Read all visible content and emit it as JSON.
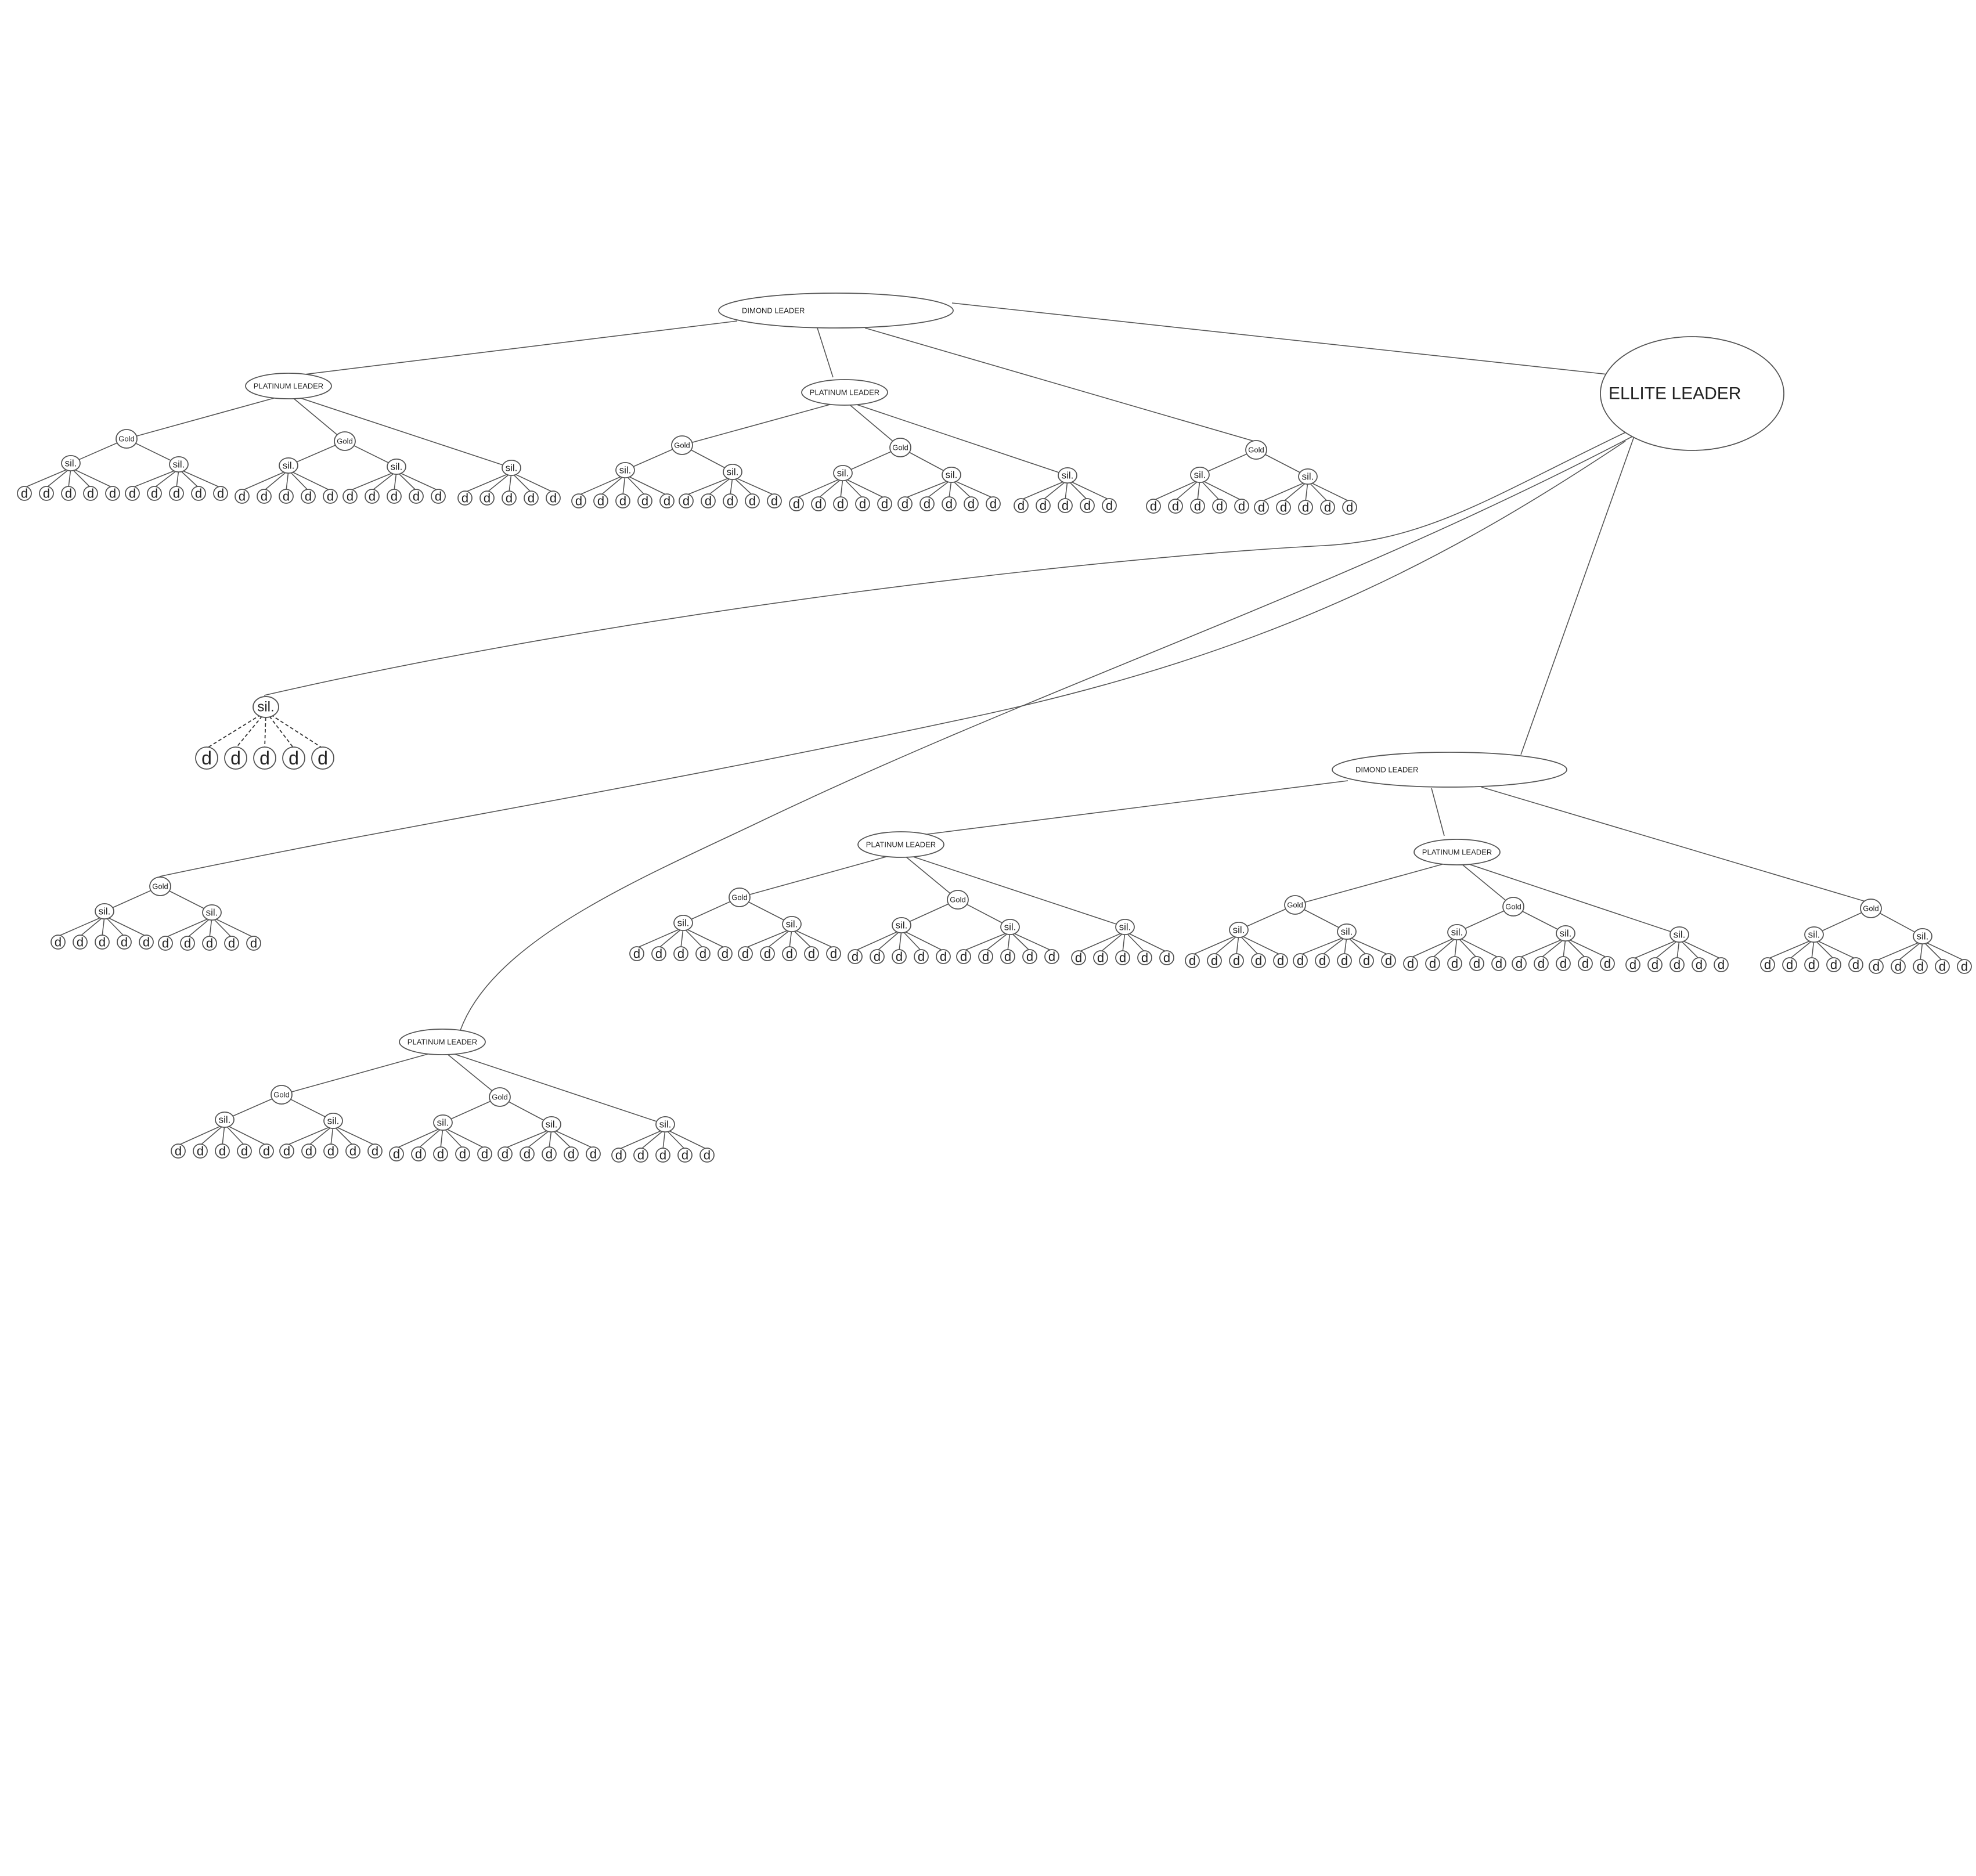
{
  "diagram": {
    "labels": {
      "elite": "ELLITE  LEADER",
      "diamond": "DIMOND LEADER",
      "platinum": "PLATINUM LEADER",
      "gold": "Gold",
      "silver": "sil.",
      "leaf": "d"
    },
    "colors": {
      "line": "#555555",
      "node_fill": "#ffffff",
      "text": "#222222"
    }
  }
}
